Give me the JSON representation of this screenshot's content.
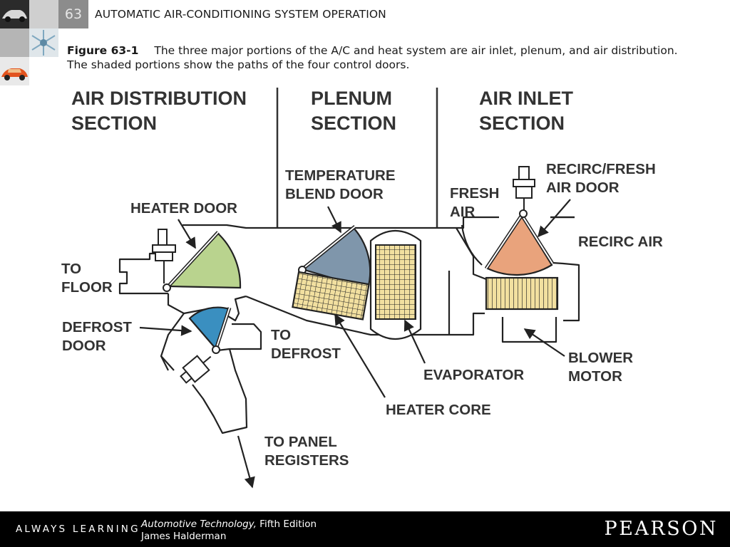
{
  "header": {
    "chapter_number": "63",
    "title": "AUTOMATIC AIR-CONDITIONING SYSTEM OPERATION"
  },
  "caption": {
    "figure_label": "Figure 63-1",
    "text": "The three major portions of the A/C and heat system are air inlet, plenum, and air distribution. The shaded portions show the paths of the four control doors."
  },
  "diagram": {
    "sections": {
      "air_distribution": [
        "AIR DISTRIBUTION",
        "SECTION"
      ],
      "plenum": [
        "PLENUM",
        "SECTION"
      ],
      "air_inlet": [
        "AIR INLET",
        "SECTION"
      ]
    },
    "labels": {
      "heater_door": "HEATER DOOR",
      "temperature_blend_door": [
        "TEMPERATURE",
        "BLEND DOOR"
      ],
      "recirc_fresh_air_door": [
        "RECIRC/FRESH",
        "AIR DOOR"
      ],
      "fresh_air": [
        "FRESH",
        "AIR"
      ],
      "recirc_air": "RECIRC AIR",
      "to_floor": [
        "TO",
        "FLOOR"
      ],
      "defrost_door": [
        "DEFROST",
        "DOOR"
      ],
      "to_defrost": [
        "TO",
        "DEFROST"
      ],
      "evaporator": "EVAPORATOR",
      "blower_motor": [
        "BLOWER",
        "MOTOR"
      ],
      "heater_core": "HEATER CORE",
      "to_panel_registers": [
        "TO PANEL",
        "REGISTERS"
      ]
    },
    "colors": {
      "heater_door": "#b9d38e",
      "defrost_door": "#3a8fc0",
      "blend_door": "#7f96ab",
      "recirc_door": "#e9a37c",
      "core_fill": "#f2e0a0",
      "outline": "#222222"
    }
  },
  "footer": {
    "tagline": "ALWAYS LEARNING",
    "book_title": "Automotive Technology,",
    "edition": "Fifth Edition",
    "author": "James Halderman",
    "publisher": "PEARSON"
  }
}
